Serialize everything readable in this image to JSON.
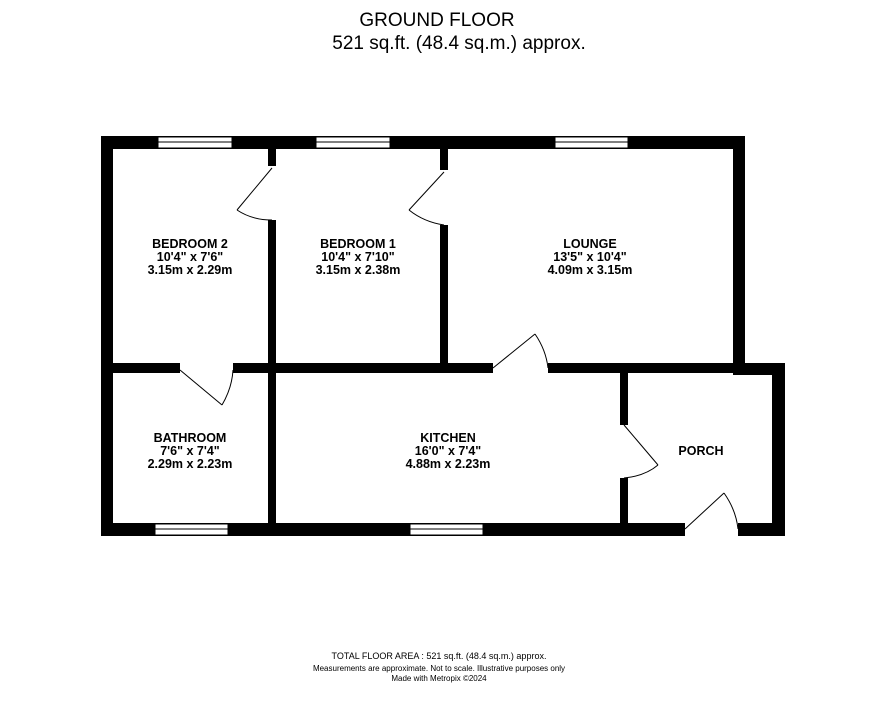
{
  "header": {
    "title": "GROUND FLOOR",
    "area": "521 sq.ft. (48.4 sq.m.) approx."
  },
  "rooms": [
    {
      "name": "BEDROOM 2",
      "imperial": "10'4\"  x 7'6\"",
      "metric": "3.15m  x 2.29m"
    },
    {
      "name": "BEDROOM 1",
      "imperial": "10'4\"  x 7'10\"",
      "metric": "3.15m  x 2.38m"
    },
    {
      "name": "LOUNGE",
      "imperial": "13'5\"  x 10'4\"",
      "metric": "4.09m  x 3.15m"
    },
    {
      "name": "BATHROOM",
      "imperial": "7'6\"  x 7'4\"",
      "metric": "2.29m  x 2.23m"
    },
    {
      "name": "KITCHEN",
      "imperial": "16'0\"  x 7'4\"",
      "metric": "4.88m  x 2.23m"
    },
    {
      "name": "PORCH"
    }
  ],
  "footer": {
    "total": "TOTAL FLOOR AREA : 521 sq.ft. (48.4 sq.m.) approx.",
    "disclaimer": "Measurements are approximate.  Not to scale.  Illustrative purposes only",
    "credit": "Made with Metropix ©2024"
  },
  "colors": {
    "wall": "#000000",
    "background": "#ffffff"
  }
}
